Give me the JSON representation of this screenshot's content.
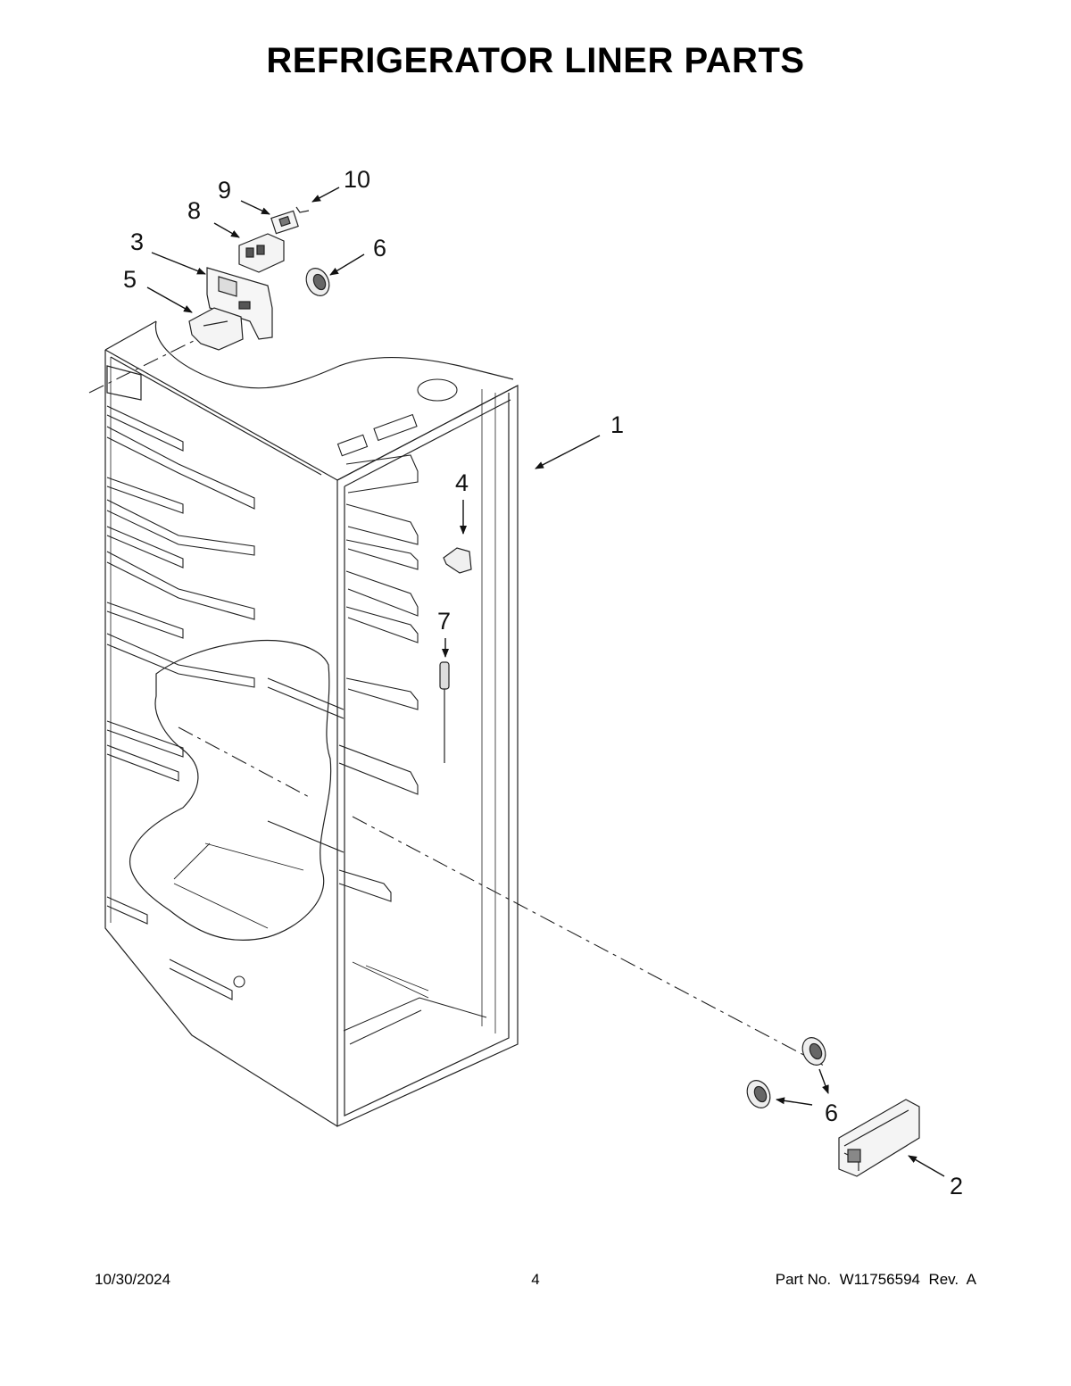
{
  "title": "REFRIGERATOR LINER PARTS",
  "callouts": {
    "c1": "1",
    "c2": "2",
    "c3": "3",
    "c4": "4",
    "c5": "5",
    "c6a": "6",
    "c6b": "6",
    "c7": "7",
    "c8": "8",
    "c9": "9",
    "c10": "10"
  },
  "footer": {
    "date": "10/30/2024",
    "page": "4",
    "part_label": "Part No.",
    "part_number": "W11756594",
    "rev_label": "Rev.",
    "rev": "A"
  }
}
